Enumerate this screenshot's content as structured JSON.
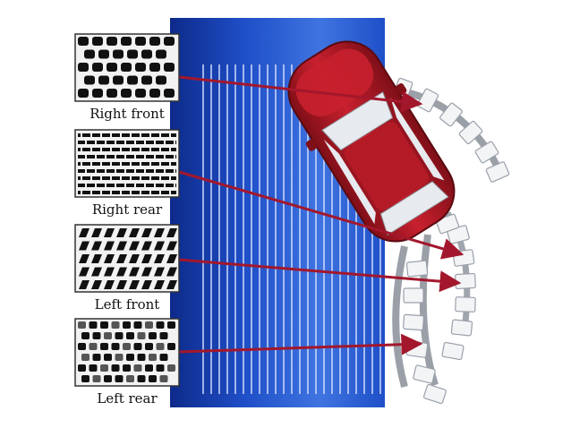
{
  "title": "",
  "tires": [
    {
      "label": "Right front",
      "pattern": "blocky-tread"
    },
    {
      "label": "Right rear",
      "pattern": "horizontal-lines-tread"
    },
    {
      "label": "Left front",
      "pattern": "diagonal-ribs-tread"
    },
    {
      "label": "Left rear",
      "pattern": "mixed-blocks-tread"
    }
  ],
  "colors": {
    "panel_dark": "#0d2a8a",
    "panel_mid": "#1f4fc8",
    "panel_light": "#3f74e0",
    "stripe": "#cfdcff",
    "arrow": "#a3172c",
    "car_body": "#c8202e",
    "car_dark": "#7f0f18",
    "window": "#e7eaee",
    "track": "#8a8f99",
    "tread_bg": "#f2f2f2",
    "tread_ink": "#111111"
  },
  "icons": [
    "red-car-icon",
    "tire-tread-swatch-icon",
    "red-arrow-icon"
  ]
}
